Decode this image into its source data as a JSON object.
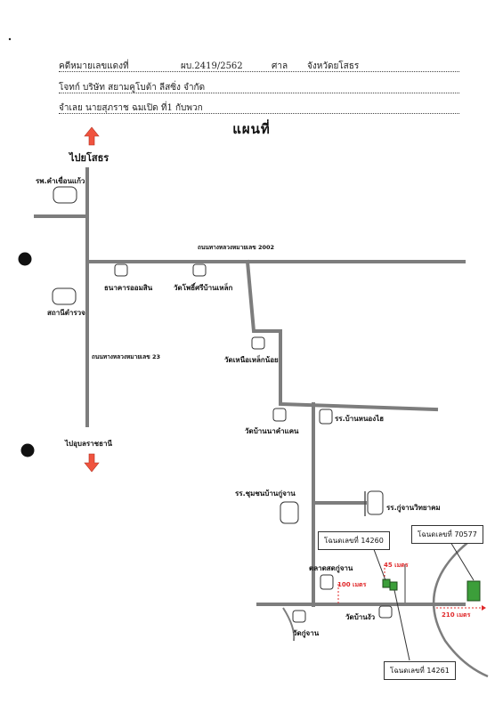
{
  "header": {
    "case_label": "คดีหมายเลขแดงที่",
    "case_number": "ผบ.2419/2562",
    "court_label": "ศาล",
    "court_name": "จังหวัดยโสธร",
    "plaintiff": "โจทก์   บริษัท สยามคูโบต้า ลีสซิ่ง จำกัด",
    "defendant": "จำเลย   นายสุภราช ฉมเปิด ที่1 กับพวก"
  },
  "title": "แผนที่",
  "directions": {
    "north": "ไปยโสธร",
    "south": "ไปอุบลราชธานี"
  },
  "roads": {
    "highway_2002": "ถนนทางหลวงหมายเลข 2002",
    "highway_23": "ถนนทางหลวงหมายเลข 23"
  },
  "places": {
    "hospital": "รพ.คำเขื่อนแก้ว",
    "police": "สถานีตำรวจ",
    "bank": "ธนาคารออมสิน",
    "temple_si_ban": "วัดโพธิ์ศรีบ้านเหล็ก",
    "temple_nuea_lek": "วัดเหนือเหล็กน้อย",
    "temple_kham_kaen": "วัดบ้านนาคำแคน",
    "school_ban_nong": "รร.บ้านหนองไฮ",
    "school_chumchon": "รร.ชุมชนบ้านกู่จาน",
    "school_ku_chan": "รร.กู่จานวิทยาคม",
    "market": "ตลาดสดกู่จาน",
    "temple_ban_ngua": "วัดบ้านงัว",
    "temple_ku_chan": "วัดกู่จาน"
  },
  "parcels": {
    "deed_14260": "โฉนดเลขที่ 14260",
    "deed_70577": "โฉนดเลขที่ 70577",
    "deed_14261": "โฉนดเลขที่ 14261"
  },
  "distances": {
    "d45": "45 เมตร",
    "d100": "100 เมตร",
    "d210": "210 เมตร"
  },
  "colors": {
    "road": "#7d7d7d",
    "arrow": "#f0533e",
    "parcel": "#3c9e3a",
    "distance": "#e0282a"
  }
}
